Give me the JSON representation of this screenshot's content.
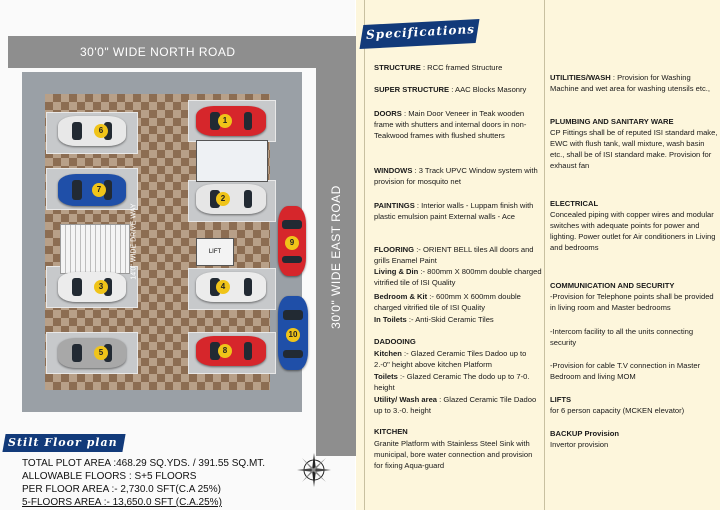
{
  "left_page": {
    "north_road": "30'0\" WIDE NORTH ROAD",
    "east_road": "30'0\" WIDE EAST ROAD",
    "drive_way": "14'0\" WIDE DRIVE WAY",
    "lift_label": "LIFT",
    "stilt_title": "Stilt Floor plan",
    "area_lines": [
      "TOTAL PLOT AREA :468.29 SQ.YDS. / 391.55 SQ.MT.",
      "ALLOWABLE FLOORS : S+5 FLOORS",
      "PER FLOOR AREA :-      2,730.0 SFT(C.A 25%)",
      "5-FLOORS AREA :-    13,650.0 SFT (C.A.25%)"
    ],
    "cars": [
      "6",
      "1",
      "7",
      "2",
      "3",
      "4",
      "5",
      "8",
      "9",
      "10"
    ]
  },
  "specs": {
    "title": "Specifications",
    "col1": [
      {
        "head": "STRUCTURE",
        "sep": " : ",
        "text": "RCC framed Structure"
      },
      {
        "head": "SUPER STRUCTURE",
        "sep": " : ",
        "text": "AAC Blocks Masonry"
      },
      {
        "head": "DOORS",
        "sep": " : ",
        "text": "Main Door Veneer  in Teak wooden frame with shutters and internal doors in non-Teakwood frames with flushed shutters"
      },
      {
        "head": "WINDOWS",
        "sep": " : ",
        "text": "3 Track UPVC Window system with provision for mosquito net"
      },
      {
        "head": "PAINTINGS",
        "sep": " : ",
        "text": "Interior walls - Luppam finish with plastic emulsion paint External walls - Ace"
      },
      {
        "head": "FLOORING",
        "sep": " :- ",
        "text": "ORIENT BELL tiles All doors and grills Enamel Paint"
      },
      {
        "head": "Living & Din",
        "sep": " :- ",
        "text": "800mm X 800mm double charged vitrified tile of ISI Quality"
      },
      {
        "head": "Bedroom & Kit",
        "sep": " :- ",
        "text": "600mm X 600mm double charged vitrified tile of ISI Quality"
      },
      {
        "head": "In Toilets",
        "sep": " :-    ",
        "text": "Anti-Skid Ceramic Tiles"
      },
      {
        "head": "DADOOING",
        "sep": "",
        "text": ""
      },
      {
        "head": "Kitchen",
        "sep": " :- ",
        "text": "Glazed Ceramic Tiles Dadoo up to 2.-0\" height above kitchen Platform"
      },
      {
        "head": "Toilets",
        "sep": " :- ",
        "text": "Glazed Ceramic The dodo up to 7-0. height"
      },
      {
        "head": "Utility/ Wash area",
        "sep": " : ",
        "text": "Glazed Ceramic Tile Dadoo up to 3.-0. height"
      },
      {
        "head": "KITCHEN",
        "sep": "",
        "text": ""
      },
      {
        "head": "",
        "sep": "",
        "text": "Granite Platform with Stainless Steel Sink with municipal, bore water connection and provision for fixing Aqua-guard"
      }
    ],
    "col2": [
      {
        "head": "UTILITIES/WASH",
        "sep": " : ",
        "text": "Provision for Washing Machine and wet area for washing utensils etc.,"
      },
      {
        "head": "PLUMBING AND SANITARY WARE",
        "sep": "",
        "text": "CP Fittings shall be of reputed ISI standard make, EWC with flush tank, wall mixture, wash basin etc., shall be of ISI standard make. Provision for exhaust fan"
      },
      {
        "head": "ELECTRICAL",
        "sep": "",
        "text": "Concealed piping with copper wires and modular switches with adequate points for power and lighting. Power outlet for Air conditioners in Living and bedrooms"
      },
      {
        "head": "COMMUNICATION AND SECURITY",
        "sep": "",
        "text": "-Provision for Telephone points shall be provided in living room and Master bedrooms"
      },
      {
        "head": "",
        "sep": "",
        "text": "-Intercom facility to all the units connecting security"
      },
      {
        "head": "",
        "sep": "",
        "text": "-Provision for cable T.V connection in Master Bedroom and living MOM"
      },
      {
        "head": "LIFTS",
        "sep": "",
        "text": "for 6 person capacity (MCKEN elevator)"
      },
      {
        "head": "BACKUP Provision",
        "sep": "",
        "text": "Invertor provision"
      }
    ]
  }
}
